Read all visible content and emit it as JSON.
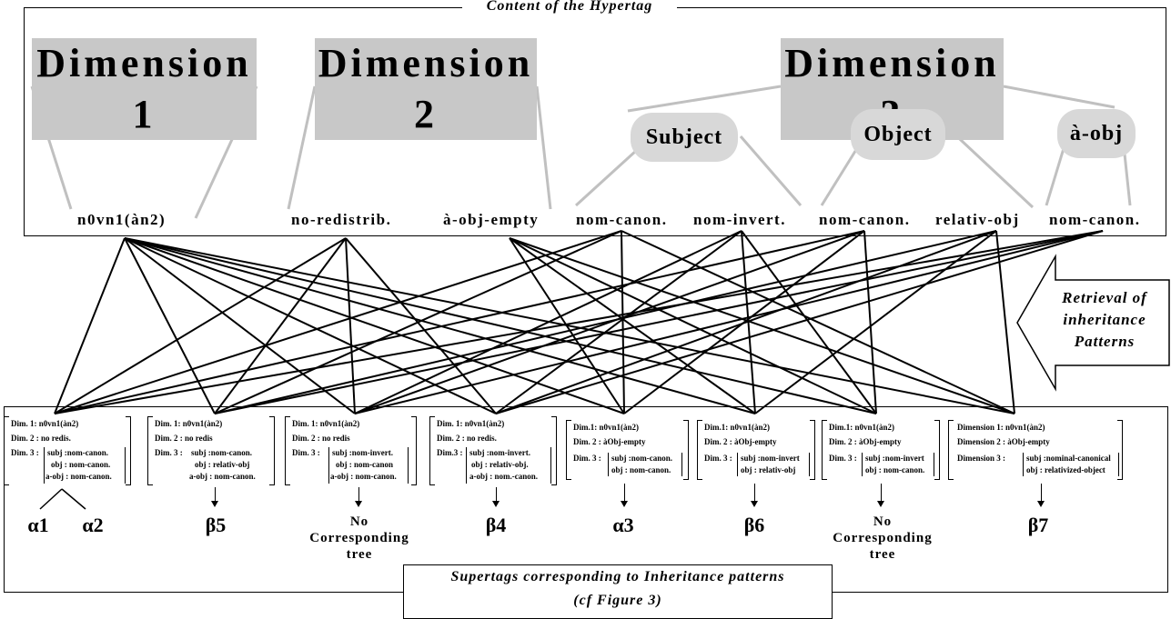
{
  "top_caption": "Content of the Hypertag",
  "bottom_caption_line1": "Supertags corresponding to Inheritance patterns",
  "bottom_caption_line2": "(cf Figure 3)",
  "dimensions": {
    "d1": "Dimension 1",
    "d2": "Dimension 2",
    "d3": "Dimension 3"
  },
  "roles": {
    "subject": "Subject",
    "object": "Object",
    "aobj": "à-obj"
  },
  "leaves": {
    "n0vn1": "n0vn1(àn2)",
    "noredistrib": "no-redistrib.",
    "aobjempty": "à-obj-empty",
    "subj_canon": "nom-canon.",
    "subj_invert": "nom-invert.",
    "obj_canon": "nom-canon.",
    "obj_relativ": "relativ-obj",
    "aobj_canon": "nom-canon."
  },
  "retrieval": {
    "l1": "Retrieval of",
    "l2": "inheritance",
    "l3": "Patterns"
  },
  "cards": [
    {
      "d1": "Dim. 1: n0vn1(àn2)",
      "d2": "Dim. 2 : no redis.",
      "d3": "Dim. 3 :",
      "s": "subj :nom-canon.",
      "o": "obj : nom-canon.",
      "a": "a-obj : nom-canon."
    },
    {
      "d1": "Dim. 1: n0vn1(àn2)",
      "d2": "Dim. 2 : no redis",
      "d3": "Dim. 3 :",
      "s": "subj :nom-canon.",
      "o": "obj : relativ-obj",
      "a": "a-obj : nom-canon."
    },
    {
      "d1": "Dim. 1: n0vn1(àn2)",
      "d2": "Dim. 2 : no redis",
      "d3": "Dim. 3 :",
      "s": "subj :nom-invert.",
      "o": "obj : nom-canon",
      "a": "a-obj : nom-canon."
    },
    {
      "d1": "Dim. 1: n0vn1(àn2)",
      "d2": "Dim. 2 : no redis.",
      "d3": "Dim.3 :",
      "s": "subj :nom-invert.",
      "o": "obj : relativ-obj.",
      "a": "a-obj : nom.-canon."
    },
    {
      "d1": "Dim.1: n0vn1(àn2)",
      "d2": "Dim. 2 : àObj-empty",
      "d3": "Dim. 3 :",
      "s": "subj :nom-canon.",
      "o": "obj : nom-canon."
    },
    {
      "d1": "Dim.1: n0vn1(àn2)",
      "d2": "Dim. 2 : àObj-empty",
      "d3": "Dim. 3 :",
      "s": "subj :nom-invert",
      "o": "obj : relativ-obj"
    },
    {
      "d1": "Dim.1: n0vn1(àn2)",
      "d2": "Dim. 2 : àObj-empty",
      "d3": "Dim. 3 :",
      "s": "subj :nom-invert",
      "o": "obj : nom-canon."
    },
    {
      "d1": "Dimension 1: n0vn1(àn2)",
      "d2": "Dimension 2 : àObj-empty",
      "d3": "Dimension 3 :",
      "s": "subj :nominal-canonical",
      "o": "obj : relativized-object"
    }
  ],
  "trees": {
    "t1a": "α1",
    "t1b": "α2",
    "t2": "β5",
    "t3_l1": "No",
    "t3_l2": "Corresponding",
    "t3_l3": "tree",
    "t4": "β4",
    "t5": "α3",
    "t6": "β6",
    "t7_l1": "No",
    "t7_l2": "Corresponding",
    "t7_l3": "tree",
    "t8": "β7"
  }
}
